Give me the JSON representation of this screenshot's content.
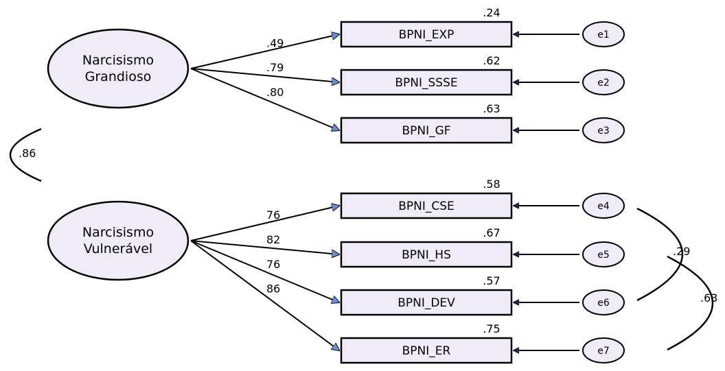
{
  "colors": {
    "node_fill": "#f0ebf8",
    "stroke": "#000000",
    "arrowhead": "#6a8cd6",
    "error_arrowhead": "#1a2a55"
  },
  "latents": [
    {
      "id": "ng",
      "line1": "Narcisismo",
      "line2": "Grandioso"
    },
    {
      "id": "nv",
      "line1": "Narcisismo",
      "line2": "Vulnerável"
    }
  ],
  "latent_covariance": {
    "value": ".86"
  },
  "indicators": [
    {
      "label": "BPNI_EXP",
      "r2": ".24",
      "loading": ".49",
      "latent": "ng",
      "error": "e1"
    },
    {
      "label": "BPNI_SSSE",
      "r2": ".62",
      "loading": ".79",
      "latent": "ng",
      "error": "e2"
    },
    {
      "label": "BPNI_GF",
      "r2": ".63",
      "loading": ".80",
      "latent": "ng",
      "error": "e3"
    },
    {
      "label": "BPNI_CSE",
      "r2": ".58",
      "loading": "76",
      "latent": "nv",
      "error": "e4"
    },
    {
      "label": "BPNI_HS",
      "r2": ".67",
      "loading": "82",
      "latent": "nv",
      "error": "e5"
    },
    {
      "label": "BPNI_DEV",
      "r2": ".57",
      "loading": "76",
      "latent": "nv",
      "error": "e6"
    },
    {
      "label": "BPNI_ER",
      "r2": ".75",
      "loading": "86",
      "latent": "nv",
      "error": "e7"
    }
  ],
  "error_covariances": [
    {
      "from": "e4",
      "to": "e6",
      "value": ".29"
    },
    {
      "from": "e5",
      "to": "e7",
      "value": ".63"
    }
  ]
}
